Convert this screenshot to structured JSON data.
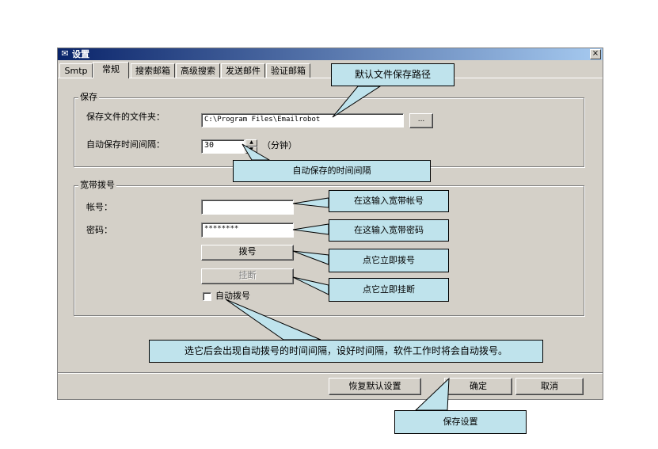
{
  "window": {
    "title": "设置",
    "close_glyph": "×",
    "icon_glyph": "✉"
  },
  "tabs": [
    {
      "label": "Smtp"
    },
    {
      "label": "常规"
    },
    {
      "label": "搜索邮箱"
    },
    {
      "label": "高级搜索"
    },
    {
      "label": "发送邮件"
    },
    {
      "label": "验证邮箱"
    }
  ],
  "active_tab": "常规",
  "save_group": {
    "title": "保存",
    "folder_label": "保存文件的文件夹：",
    "folder_value": "C:\\Program Files\\Emailrobot",
    "browse_label": "...",
    "interval_label": "自动保存时间间隔：",
    "interval_value": "30",
    "interval_unit": "（分钟）"
  },
  "dial_group": {
    "title": "宽带拨号",
    "account_label": "帐号：",
    "account_value": "",
    "password_label": "密码：",
    "password_value": "********",
    "dial_button": "拨号",
    "hangup_button": "挂断",
    "auto_dial_label": "自动拨号",
    "auto_dial_checked": false
  },
  "footer": {
    "restore_button": "恢复默认设置",
    "ok_button": "确定",
    "cancel_button": "取消"
  },
  "callouts": {
    "folder": "默认文件保存路径",
    "interval": "自动保存的时间间隔",
    "account": "在这输入宽带帐号",
    "password": "在这输入宽带密码",
    "dial": "点它立即拨号",
    "hangup": "点它立即挂断",
    "auto_dial": "选它后会出现自动拨号的时间间隔，设好时间隔，软件工作时将会自动拨号。",
    "save": "保存设置"
  },
  "colors": {
    "callout_bg": "#bfe3ec",
    "titlebar_start": "#0a246a",
    "titlebar_end": "#a6caf0",
    "face": "#d4d0c8"
  }
}
